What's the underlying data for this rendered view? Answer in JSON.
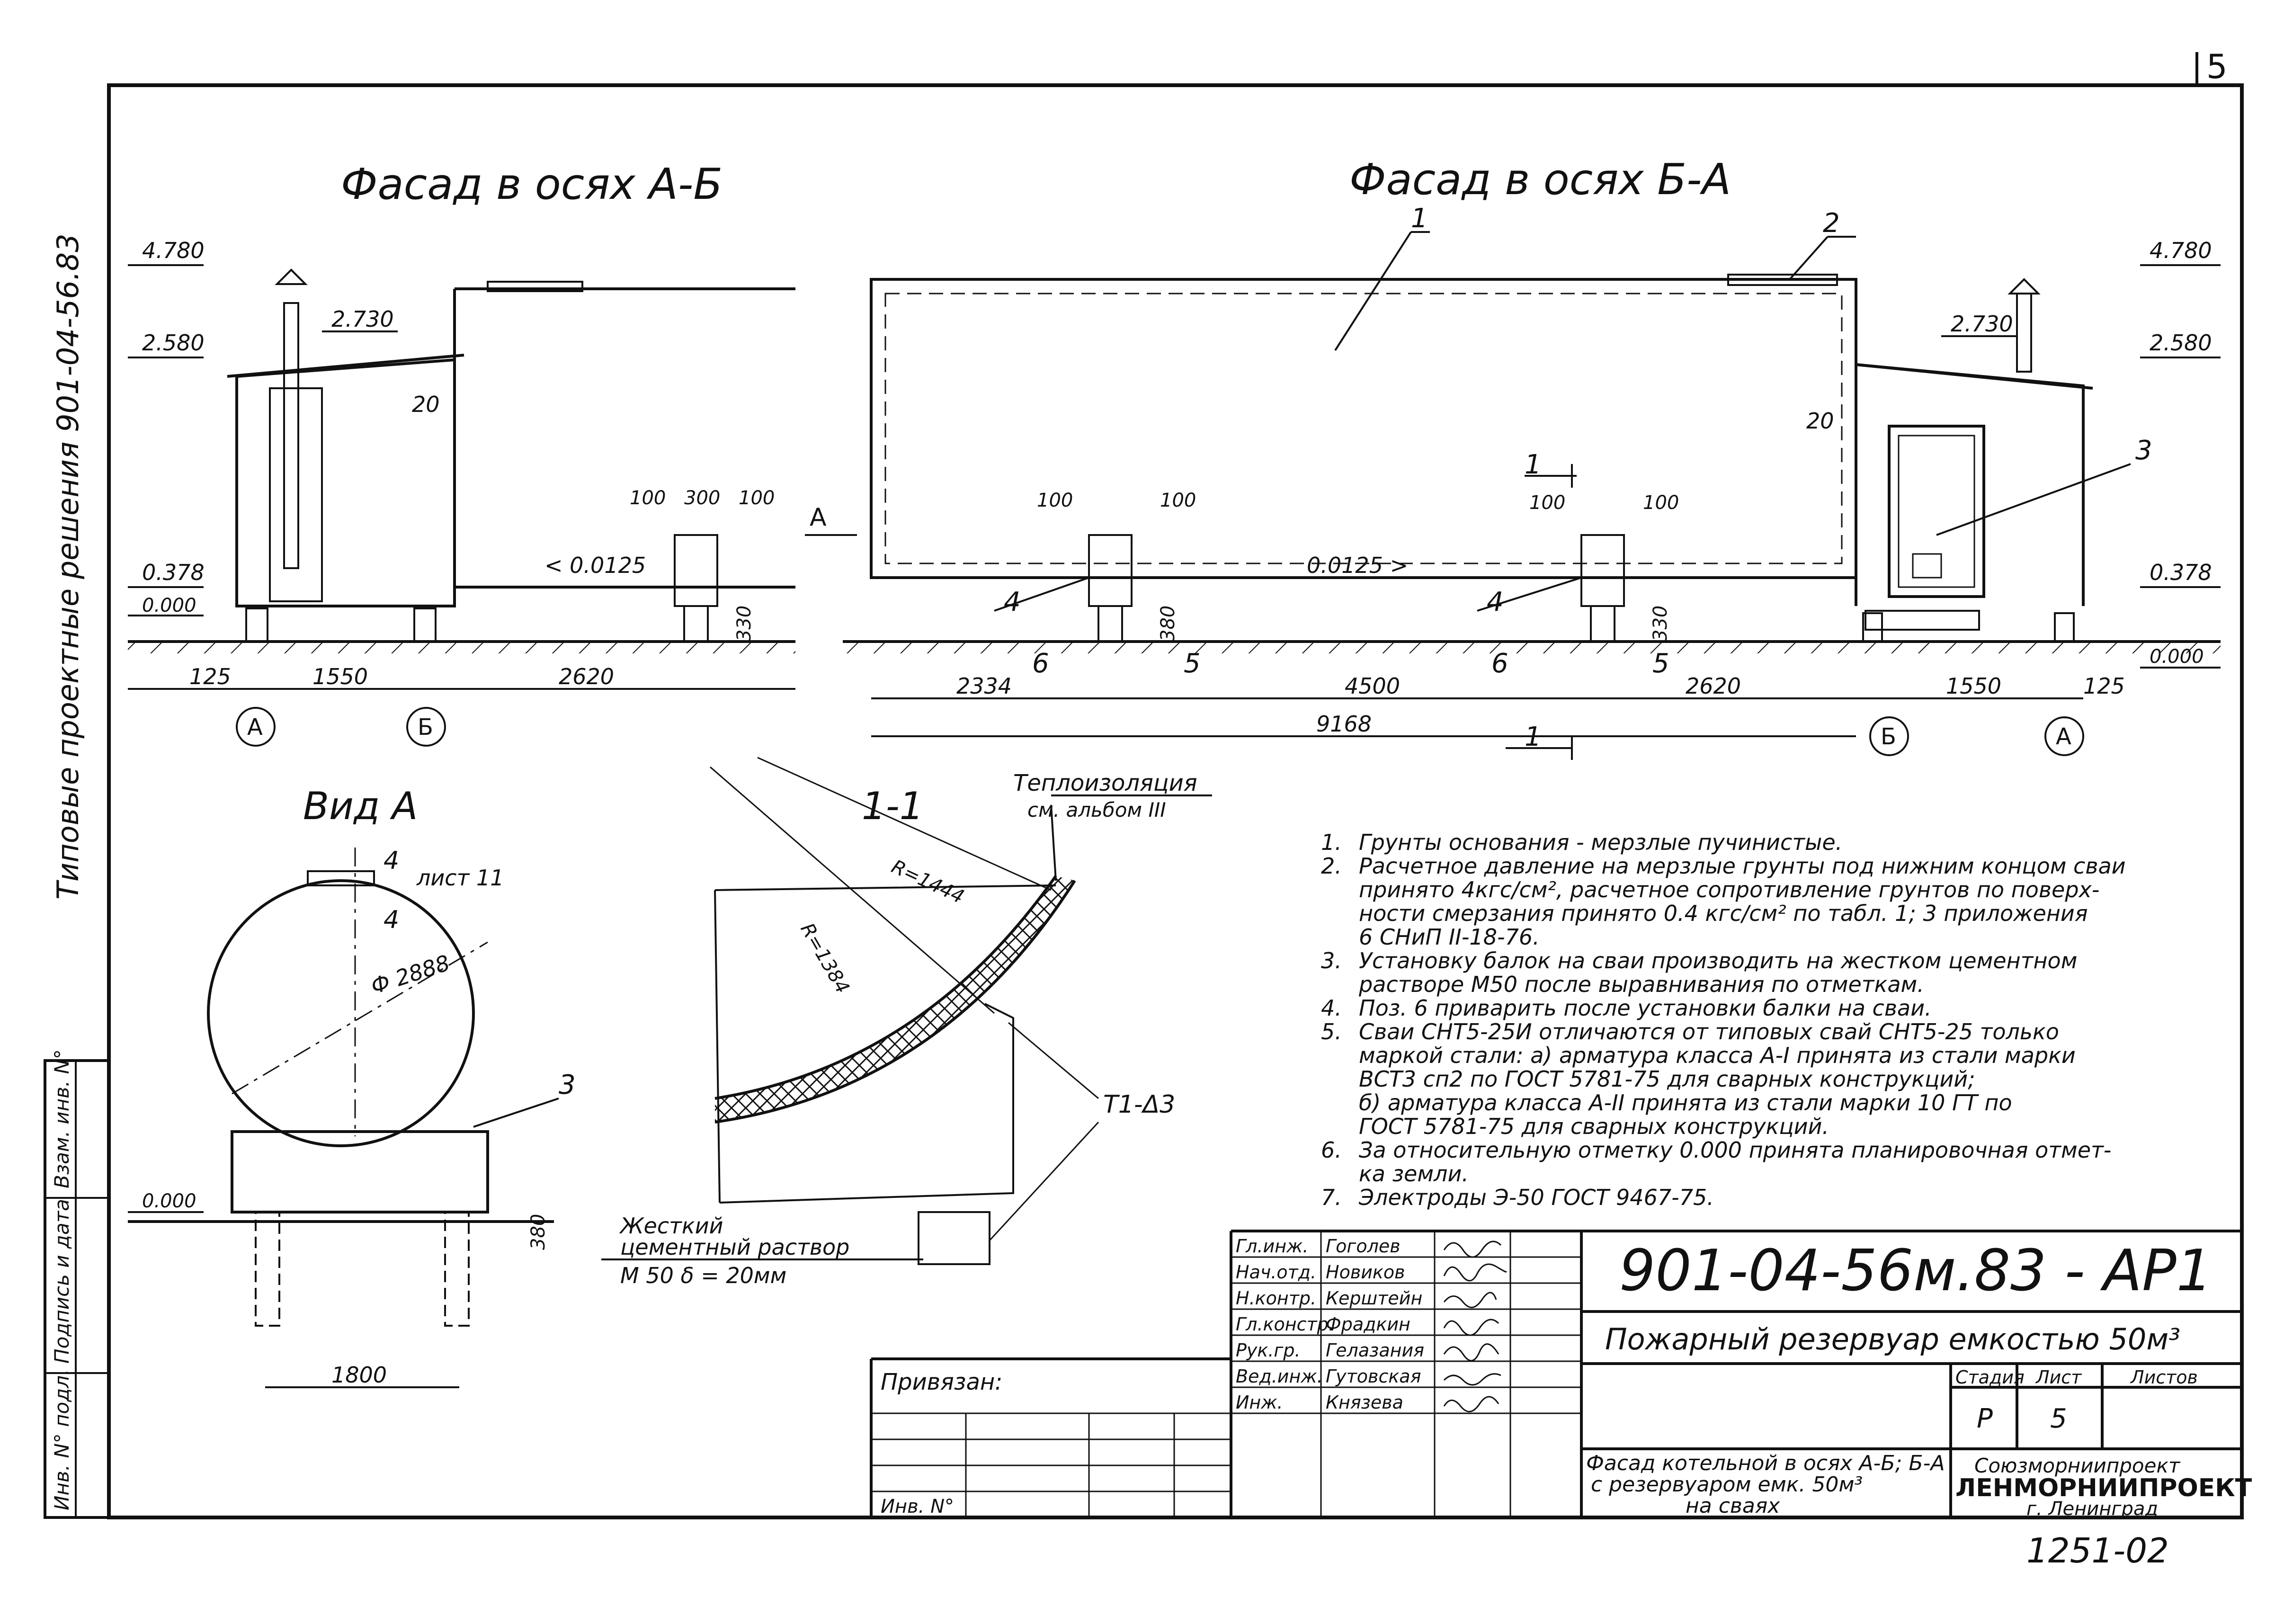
{
  "page_number": "5",
  "side_label": "Типовые проектные решения 901-04-56.83",
  "views": {
    "facade_ab": {
      "title": "Фасад в осях А-Б",
      "levels": [
        "4.780",
        "2.580",
        "2.730",
        "0.378",
        "0.000"
      ],
      "callout": "20",
      "slope": "< 0.0125",
      "pile_dims": [
        "100",
        "300",
        "100"
      ],
      "pile_height": "330",
      "dims": [
        "125",
        "1550",
        "2620"
      ],
      "axes": [
        "А",
        "Б"
      ]
    },
    "facade_ba": {
      "title": "Фасад в осях Б-А",
      "positions": [
        "1",
        "2",
        "3",
        "4",
        "4",
        "5",
        "5",
        "6",
        "6"
      ],
      "arrow": "A",
      "levels": [
        "4.780",
        "2.580",
        "2.730",
        "0.378",
        "0.000"
      ],
      "callout": "20",
      "slope": "0.0125 >",
      "pile_dims": [
        "100",
        "100",
        "100",
        "100"
      ],
      "pile_heights": [
        "380",
        "330"
      ],
      "dims": [
        "2334",
        "4500",
        "2620",
        "1550",
        "125"
      ],
      "total": "9168",
      "axes": [
        "Б",
        "А"
      ],
      "section": "1"
    },
    "view_a": {
      "title": "Вид А",
      "marker": "4",
      "sheet_ref": "лист 11",
      "diameter": "Ф 2888",
      "position": "3",
      "level": "0.000",
      "height": "380",
      "width": "1800"
    },
    "section_11": {
      "title": "1-1",
      "insulation": [
        "Теплоизоляция",
        "см. альбом III"
      ],
      "r1": "R=1444",
      "r2": "R=1384",
      "weld": "T1-Δ3",
      "mortar": [
        "Жесткий",
        "цементный раствор",
        "М 50  δ = 20мм"
      ]
    }
  },
  "notes": [
    {
      "n": "1.",
      "lines": [
        "Грунты основания - мерзлые пучинистые."
      ]
    },
    {
      "n": "2.",
      "lines": [
        "Расчетное давление на мерзлые грунты под нижним концом сваи",
        "принято 4кгс/см², расчетное сопротивление грунтов по поверх-",
        "ности смерзания принято 0.4 кгс/см² по табл. 1; 3 приложения",
        "6 СНиП II-18-76."
      ]
    },
    {
      "n": "3.",
      "lines": [
        "Установку балок на сваи производить на жестком цементном",
        "растворе М50 после выравнивания по отметкам."
      ]
    },
    {
      "n": "4.",
      "lines": [
        "Поз. 6 приварить после установки балки на сваи."
      ]
    },
    {
      "n": "5.",
      "lines": [
        "Сваи СНТ5-25И отличаются от типовых свай СНТ5-25 только",
        "маркой стали: а) арматура класса А-I принята из стали марки",
        "ВСТ3 сп2 по ГОСТ 5781-75 для сварных конструкций;",
        "б) арматура класса А-II принята из стали марки 10 ГТ по",
        "ГОСТ 5781-75 для сварных конструкций."
      ]
    },
    {
      "n": "6.",
      "lines": [
        "За относительную отметку 0.000 принята планировочная отмет-",
        "ка земли."
      ]
    },
    {
      "n": "7.",
      "lines": [
        "Электроды Э-50 ГОСТ 9467-75."
      ]
    }
  ],
  "title_block": {
    "code": "901-04-56м.83 - АР1",
    "project": "Пожарный резервуар емкостью 50м³",
    "roles": [
      {
        "role": "Гл.инж.",
        "name": "Гоголев"
      },
      {
        "role": "Нач.отд.",
        "name": "Новиков"
      },
      {
        "role": "Н.контр.",
        "name": "Керштейн"
      },
      {
        "role": "Гл.констр.",
        "name": "Фрадкин"
      },
      {
        "role": "Рук.гр.",
        "name": "Гелазания"
      },
      {
        "role": "Вед.инж.",
        "name": "Гутовская"
      },
      {
        "role": "Инж.",
        "name": "Князева"
      }
    ],
    "stage_label": "Стадия",
    "sheet_label": "Лист",
    "sheets_label": "Листов",
    "stage": "Р",
    "sheet": "5",
    "sheet_title": [
      "Фасад котельной в осях А-Б; Б-А",
      "с резервуаром емк. 50м³",
      "на сваях"
    ],
    "org1": "Союзморниипроект",
    "org2": "ЛЕНМОРНИИПРОЕКТ",
    "city": "г. Ленинград",
    "bound": "Привязан:",
    "inv": "Инв. N°"
  },
  "left_stamp": [
    "Взам. инв. N°",
    "Подпись и дата",
    "Инв. N° подл."
  ],
  "bottom_code": "1251-02"
}
